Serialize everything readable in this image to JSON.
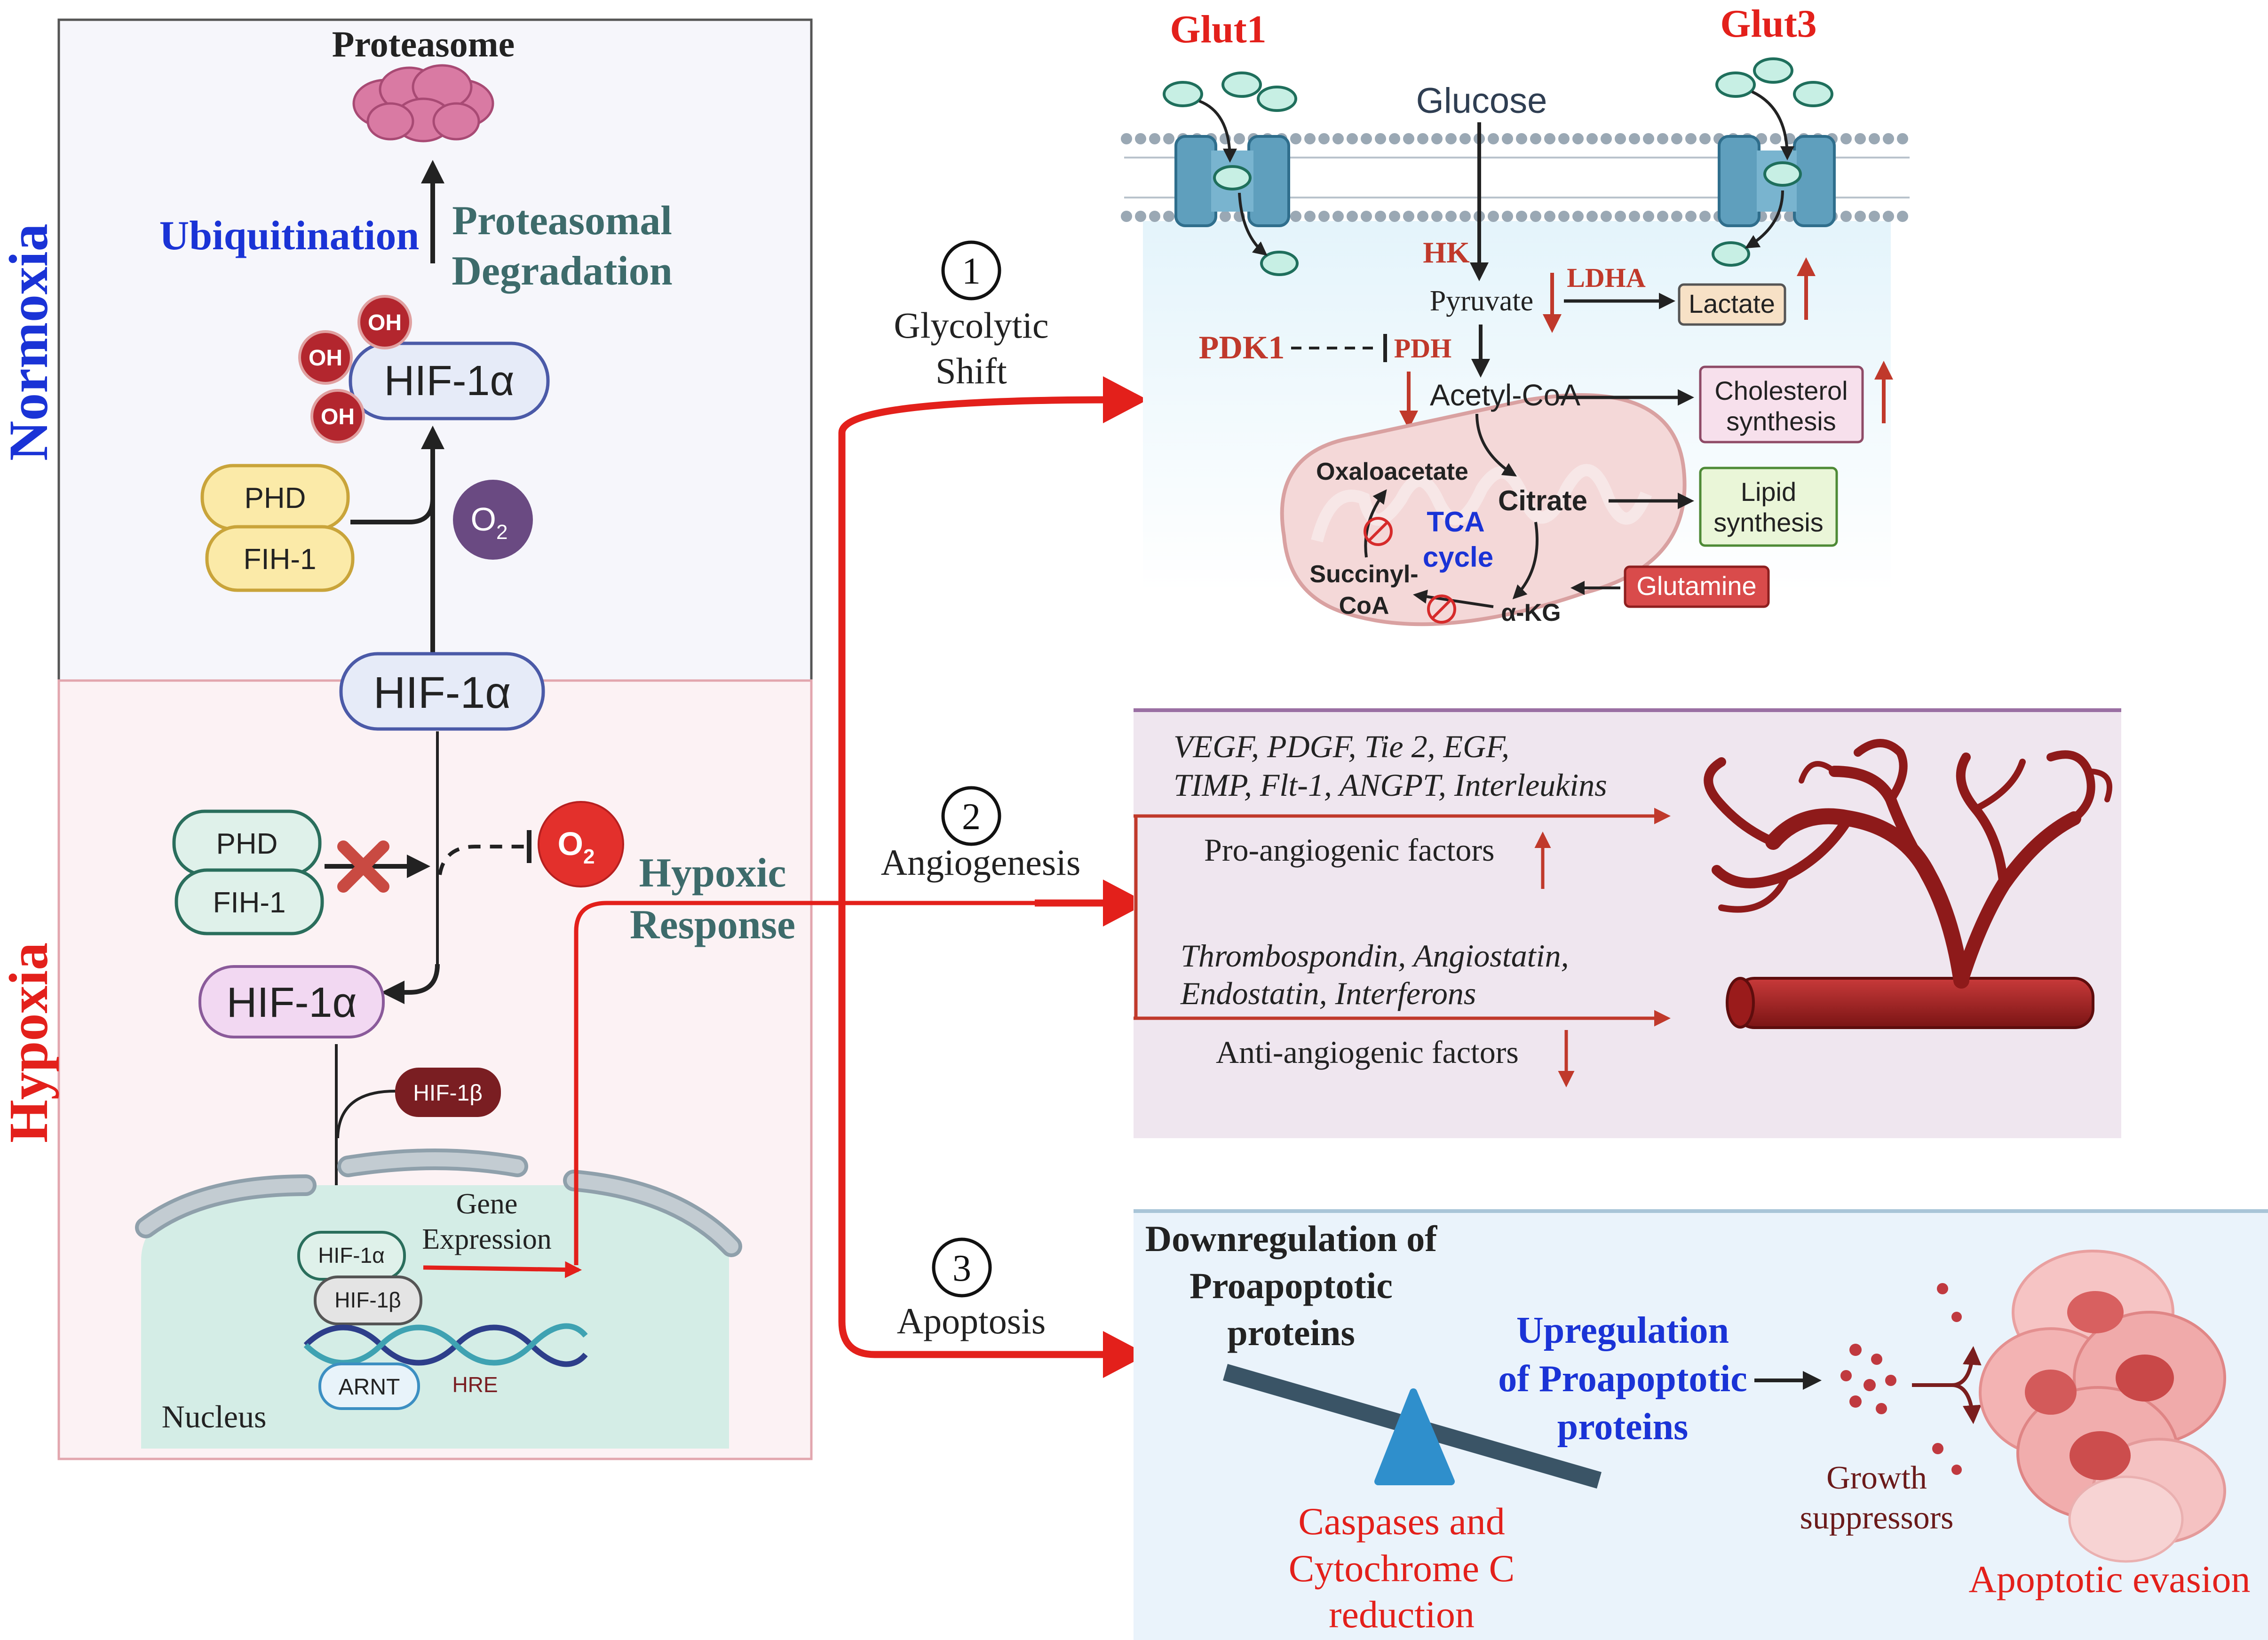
{
  "sides": {
    "normoxia": "Normoxia",
    "hypoxia": "Hypoxia"
  },
  "normoxia": {
    "proteasome": "Proteasome",
    "ubiquitination": "Ubiquitination",
    "degradation_line1": "Proteasomal",
    "degradation_line2": "Degradation",
    "hif": "HIF-1α",
    "oh": "OH",
    "phd": "PHD",
    "fih": "FIH-1",
    "o2": "O",
    "o2_sub": "2"
  },
  "hypoxia": {
    "hif_top": "HIF-1α",
    "phd": "PHD",
    "fih": "FIH-1",
    "o2": "O",
    "o2_sub": "2",
    "hif_mid": "HIF-1α",
    "hif_beta": "HIF-1β",
    "gene_line1": "Gene",
    "gene_line2": "Expression",
    "hif_nuc": "HIF-1α",
    "hif_beta_nuc": "HIF-1β",
    "arnt": "ARNT",
    "hre": "HRE",
    "nucleus": "Nucleus",
    "response_line1": "Hypoxic",
    "response_line2": "Response"
  },
  "pathways": [
    {
      "number": "1",
      "line1": "Glycolytic",
      "line2": "Shift"
    },
    {
      "number": "2",
      "line1": "Angiogenesis",
      "line2": ""
    },
    {
      "number": "3",
      "line1": "Apoptosis",
      "line2": ""
    }
  ],
  "glycolysis": {
    "glut1": "Glut1",
    "glut3": "Glut3",
    "glucose": "Glucose",
    "hk": "HK",
    "pyruvate": "Pyruvate",
    "ldha": "LDHA",
    "lactate": "Lactate",
    "pdk1": "PDK1",
    "pdh": "PDH",
    "acetyl": "Acetyl-CoA",
    "cholesterol_line1": "Cholesterol",
    "cholesterol_line2": "synthesis",
    "oxaloacetate": "Oxaloacetate",
    "citrate": "Citrate",
    "tca_line1": "TCA",
    "tca_line2": "cycle",
    "lipid_line1": "Lipid",
    "lipid_line2": "synthesis",
    "succinyl_line1": "Succinyl-",
    "succinyl_line2": "CoA",
    "akg": "α-KG",
    "glutamine": "Glutamine"
  },
  "angiogenesis": {
    "pro_list_line1": "VEGF, PDGF, Tie 2, EGF,",
    "pro_list_line2": "TIMP, Flt-1, ANGPT, Interleukins",
    "pro_label": "Pro-angiogenic factors",
    "anti_list_line1": "Thrombospondin, Angiostatin,",
    "anti_list_line2": "Endostatin, Interferons",
    "anti_label": "Anti-angiogenic factors"
  },
  "apoptosis": {
    "down_line1": "Downregulation of",
    "down_line2": "Proapoptotic",
    "down_line3": "proteins",
    "up_line1": "Upregulation",
    "up_line2": "of Proapoptotic",
    "up_line3": "proteins",
    "casp_line1": "Caspases and",
    "casp_line2": "Cytochrome C",
    "casp_line3": "reduction",
    "growth_line1": "Growth",
    "growth_line2": "suppressors",
    "evasion": "Apoptotic evasion"
  },
  "colors": {
    "red_arrow": "#e3201b",
    "dark_red": "#c0392b",
    "blue_text": "#1a33d6",
    "teal_text": "#3d6b6b",
    "hif_fill": "#e6ebf8",
    "hif_stroke": "#4b5aa8",
    "phd_fill": "#fbeaa8",
    "phd_stroke": "#c9a43a",
    "normoxia_bg": "#f6f6fb",
    "hypoxia_bg": "#fcf2f4",
    "angio_bg": "#efe6ef",
    "apop_bg": "#eaf3fb"
  }
}
